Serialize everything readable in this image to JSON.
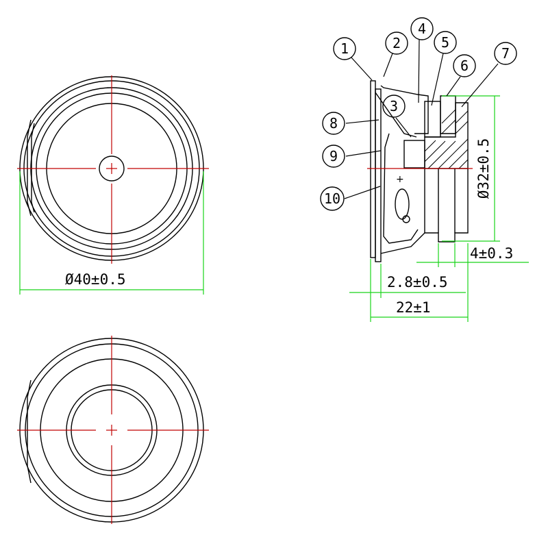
{
  "dimensions": {
    "outer_diameter": "Ø40±0.5",
    "magnet_diameter": "Ø32±0.5",
    "magnet_height": "4±0.3",
    "flange_offset": "2.8±0.5",
    "total_depth": "22±1"
  },
  "callouts": [
    "1",
    "2",
    "3",
    "4",
    "5",
    "6",
    "7",
    "8",
    "9",
    "10"
  ],
  "terminal_polarity": "+",
  "colors": {
    "outline": "#000000",
    "centerline": "#c00000",
    "dimension": "#19d419"
  }
}
